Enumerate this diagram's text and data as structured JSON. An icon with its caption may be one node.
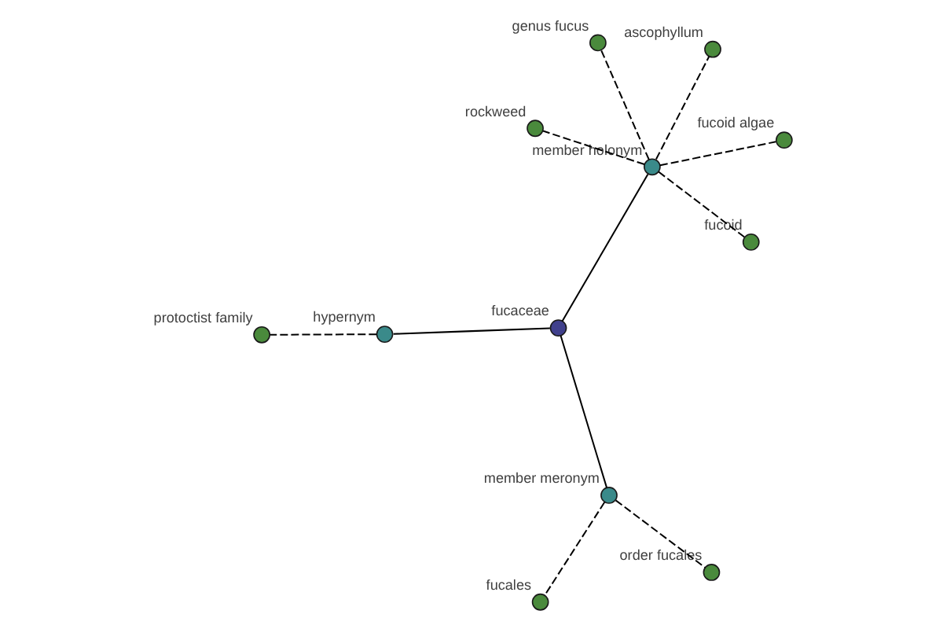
{
  "diagram": {
    "nodes": [
      {
        "text": [
          "rockweed"
        ]
      },
      {
        "text": [
          "fucoid algae"
        ]
      },
      {
        "text": [
          "fucoid"
        ]
      },
      {
        "text": [
          "ascophyllum"
        ]
      },
      {
        "text": [
          "member holonym"
        ]
      },
      {
        "text": [
          "genus fucus"
        ]
      },
      {
        "text": [
          "fucales"
        ]
      },
      {
        "text": [
          "fucaceae"
        ]
      },
      {
        "text": [
          "member meronym"
        ]
      },
      {
        "text": [
          "order fucales"
        ]
      },
      {
        "text": [
          "hypernym"
        ]
      },
      {
        "text": [
          "protoctist family"
        ]
      }
    ],
    "edges": [
      {
        "from": 7,
        "to": 4,
        "arrow": "none"
      },
      {
        "from": 7,
        "to": 8,
        "arrow": "none"
      },
      {
        "from": 7,
        "to": 10,
        "arrow": "none"
      },
      {
        "from": 4,
        "to": 0,
        "arrow": "none",
        "style": "dashed"
      },
      {
        "from": 4,
        "to": 1,
        "arrow": "none",
        "style": "dashed"
      },
      {
        "from": 4,
        "to": 2,
        "arrow": "none",
        "style": "dashed"
      },
      {
        "from": 4,
        "to": 3,
        "arrow": "none",
        "style": "dashed"
      },
      {
        "from": 4,
        "to": 5,
        "arrow": "none",
        "style": "dashed"
      },
      {
        "from": 8,
        "to": 6,
        "arrow": "none",
        "style": "dashed"
      },
      {
        "from": 8,
        "to": 9,
        "arrow": "none",
        "style": "dashed"
      },
      {
        "from": 10,
        "to": 11,
        "arrow": "none",
        "style": "dashed"
      }
    ]
  }
}
